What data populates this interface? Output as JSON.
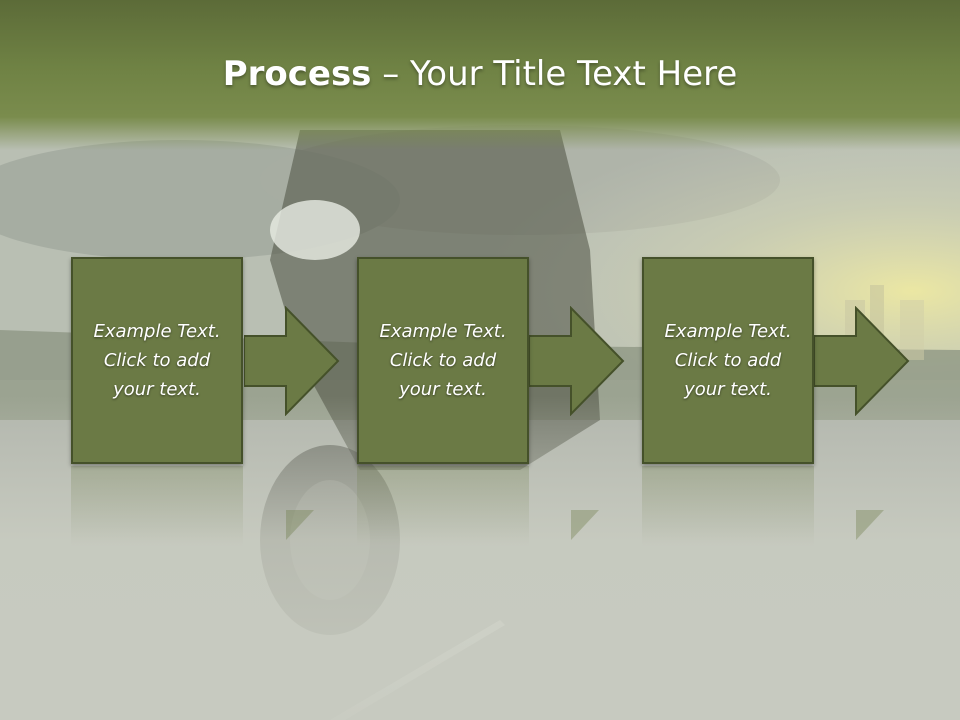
{
  "title": {
    "bold": "Process",
    "rest": " – Your Title Text Here"
  },
  "steps": [
    {
      "text": "Example Text. Click  to add your text."
    },
    {
      "text": "Example Text. Click  to add your text."
    },
    {
      "text": "Example Text. Click  to add your text."
    }
  ],
  "colors": {
    "box_fill": "#6b7a45",
    "box_border": "#45512a",
    "title_bar": "#6f8244",
    "arrow_fill": "#6b7a45"
  },
  "icons": [
    "arrow-right-icon"
  ]
}
